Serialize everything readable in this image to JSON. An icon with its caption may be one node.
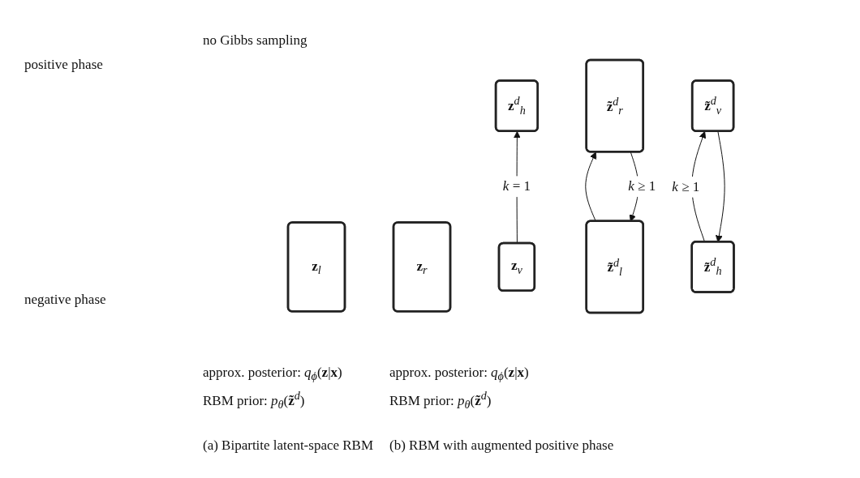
{
  "diagram": {
    "nodes": [
      {
        "text": [
          "**z**$_{l}$"
        ]
      },
      {
        "text": [
          "**z**$_{r}$"
        ]
      },
      {
        "text": [
          "**z**$^{d}$$_{h}$"
        ]
      },
      {
        "text": [
          "**z**$_{v}$"
        ]
      },
      {
        "text": [
          "**z̃**$^{d}$$_{l}$"
        ]
      },
      {
        "text": [
          "**z̃**$^{d}$$_{r}$"
        ]
      },
      {
        "text": [
          "**z̃**$^{d}$$_{h}$"
        ]
      },
      {
        "text": [
          "**z̃**$^{d}$$_{v}$"
        ]
      }
    ],
    "edges": [
      {
        "from": 3,
        "to": 2,
        "arrow": "to",
        "label": "*k* = 1"
      },
      {
        "from": 4,
        "to": 5,
        "arrow": "to"
      },
      {
        "from": 5,
        "to": 4,
        "arrow": "to",
        "label": "*k* ≥ 1"
      },
      {
        "from": 7,
        "to": 6,
        "arrow": "to"
      },
      {
        "from": 6,
        "to": 7,
        "arrow": "to",
        "label": "*k* ≥ 1"
      }
    ],
    "labels": [
      "positive phase",
      "no Gibbs sampling",
      "approx. posterior: *q*$_{ϕ}$(**z**|**x**)",
      "approx. posterior: *q*$_{ϕ}$(**z**|**x**)",
      "negative phase",
      "RBM prior: *p*$_{θ}$(**z̃**$^{d}$)",
      "RBM prior: *p*$_{θ}$(**z̃**$^{d}$)",
      "(a) Bipartite latent-space RBM",
      "(b) RBM with augmented positive phase"
    ]
  }
}
